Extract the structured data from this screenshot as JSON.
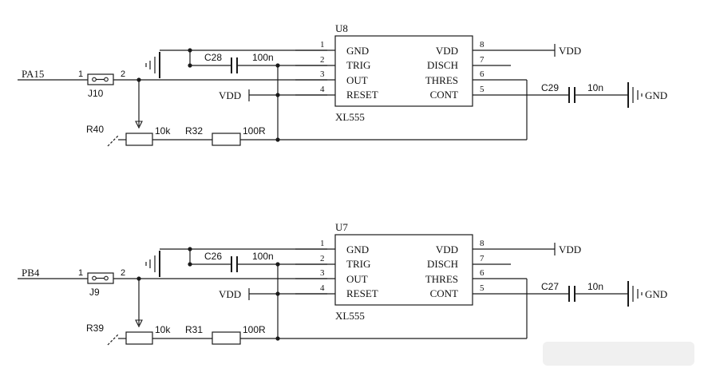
{
  "circuits": [
    {
      "chip": {
        "ref": "U8",
        "part": "XL555",
        "left_pins": [
          {
            "num": "1",
            "name": "GND"
          },
          {
            "num": "2",
            "name": "TRIG"
          },
          {
            "num": "3",
            "name": "OUT"
          },
          {
            "num": "4",
            "name": "RESET"
          }
        ],
        "right_pins": [
          {
            "num": "8",
            "name": "VDD"
          },
          {
            "num": "7",
            "name": "DISCH"
          },
          {
            "num": "6",
            "name": "THRES"
          },
          {
            "num": "5",
            "name": "CONT"
          }
        ]
      },
      "input_net": "PA15",
      "jumper": {
        "ref": "J10",
        "pin1": "1",
        "pin2": "2"
      },
      "cap_timing": {
        "ref": "C28",
        "value": "100n"
      },
      "cap_cont": {
        "ref": "C29",
        "value": "10n"
      },
      "pot": {
        "ref": "R40",
        "value": "10k"
      },
      "resistor": {
        "ref": "R32",
        "value": "100R"
      },
      "vdd_reset": "VDD",
      "vdd_out": "VDD",
      "gnd_out": "GND"
    },
    {
      "chip": {
        "ref": "U7",
        "part": "XL555",
        "left_pins": [
          {
            "num": "1",
            "name": "GND"
          },
          {
            "num": "2",
            "name": "TRIG"
          },
          {
            "num": "3",
            "name": "OUT"
          },
          {
            "num": "4",
            "name": "RESET"
          }
        ],
        "right_pins": [
          {
            "num": "8",
            "name": "VDD"
          },
          {
            "num": "7",
            "name": "DISCH"
          },
          {
            "num": "6",
            "name": "THRES"
          },
          {
            "num": "5",
            "name": "CONT"
          }
        ]
      },
      "input_net": "PB4",
      "jumper": {
        "ref": "J9",
        "pin1": "1",
        "pin2": "2"
      },
      "cap_timing": {
        "ref": "C26",
        "value": "100n"
      },
      "cap_cont": {
        "ref": "C27",
        "value": "10n"
      },
      "pot": {
        "ref": "R39",
        "value": "10k"
      },
      "resistor": {
        "ref": "R31",
        "value": "100R"
      },
      "vdd_reset": "VDD",
      "vdd_out": "VDD",
      "gnd_out": "GND"
    }
  ]
}
